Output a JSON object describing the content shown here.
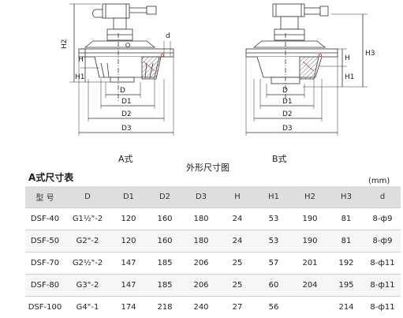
{
  "captions": {
    "view_a": "A式",
    "view_b": "B式",
    "figure": "外形尺寸图"
  },
  "drawing_labels": {
    "a": {
      "h2": "H2",
      "h": "H",
      "h1": "H1",
      "d": "D",
      "d1": "D1",
      "d2": "D2",
      "d3": "D3",
      "small_d": "d"
    },
    "b": {
      "h3": "H3",
      "h": "H",
      "h1": "H1",
      "d": "D",
      "d1": "D1",
      "d2": "D2",
      "d3": "D3"
    }
  },
  "table": {
    "title": "A式尺寸表",
    "unit": "(mm)",
    "headers": [
      "型 号",
      "D",
      "D1",
      "D2",
      "D3",
      "H",
      "H1",
      "H2",
      "H3",
      "d"
    ],
    "rows": [
      [
        "DSF-40",
        "G1½\"-2",
        "120",
        "160",
        "180",
        "24",
        "53",
        "190",
        "81",
        "8-ф9"
      ],
      [
        "DSF-50",
        "G2\"-2",
        "120",
        "160",
        "180",
        "24",
        "53",
        "190",
        "81",
        "8-ф9"
      ],
      [
        "DSF-70",
        "G2½\"-2",
        "147",
        "185",
        "206",
        "25",
        "57",
        "201",
        "192",
        "8-ф11"
      ],
      [
        "DSF-80",
        "G3\"-2",
        "147",
        "185",
        "206",
        "25",
        "60",
        "204",
        "195",
        "8-ф11"
      ],
      [
        "DSF-100",
        "G4\"-1",
        "174",
        "218",
        "240",
        "27",
        "56",
        "",
        "214",
        "8-ф11"
      ]
    ]
  },
  "colors": {
    "line": "#333333",
    "hatch": "#555555",
    "header_bg": "#dedede",
    "accent_red": "#c23a2a"
  }
}
